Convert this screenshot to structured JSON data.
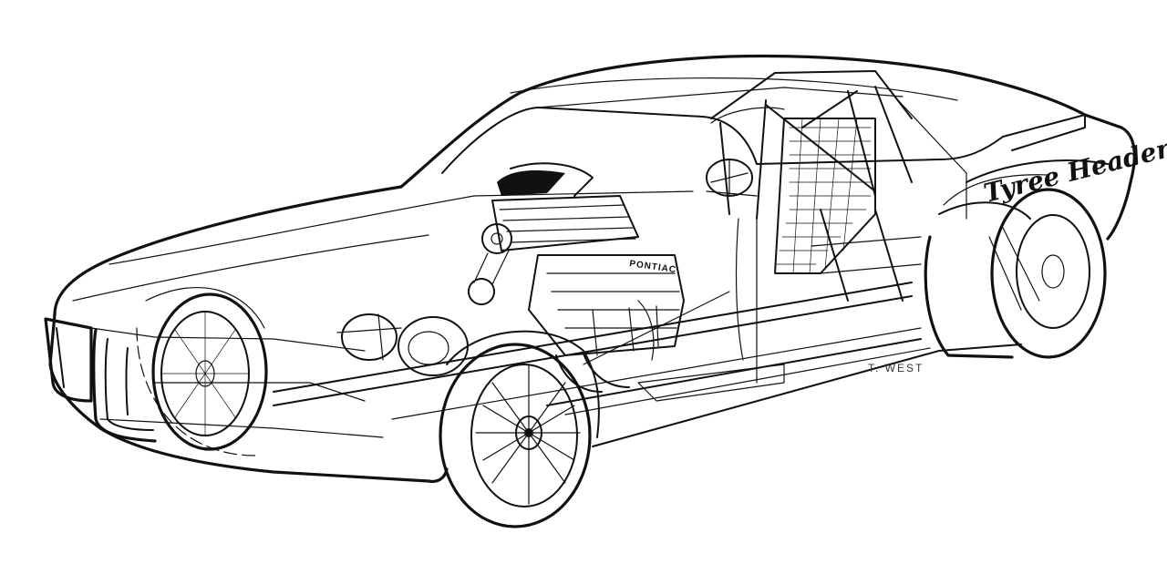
{
  "diagram": {
    "sponsor_lettering": "Tyree Headers",
    "engine_lettering": "PONTIAC",
    "artist_signature": "T. WEST"
  },
  "colors": {
    "ink": "#111111",
    "paper": "#ffffff"
  }
}
